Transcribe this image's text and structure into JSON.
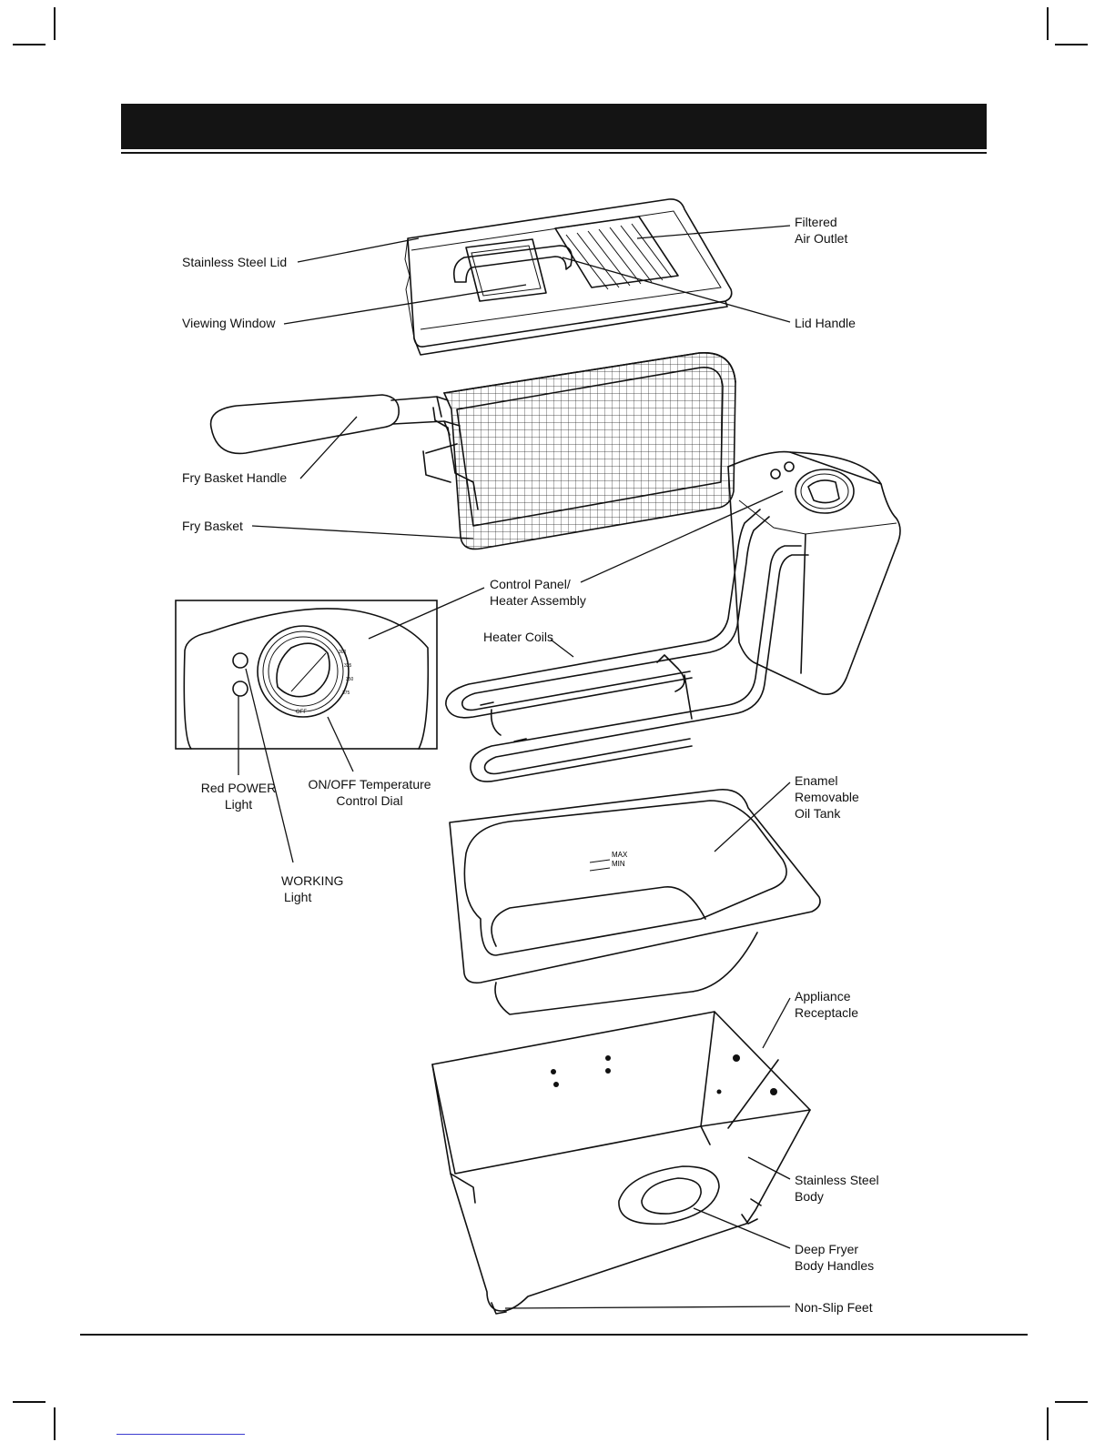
{
  "labels": {
    "stainless_steel_lid": "Stainless Steel Lid",
    "filtered_air_outlet": [
      "Filtered",
      "Air Outlet"
    ],
    "viewing_window": "Viewing Window",
    "lid_handle": "Lid Handle",
    "fry_basket_handle": "Fry Basket Handle",
    "fry_basket": "Fry Basket",
    "control_panel": [
      "Control Panel/",
      "Heater Assembly"
    ],
    "heater_coils": "Heater Coils",
    "red_power_light": [
      "Red POWER",
      "Light"
    ],
    "on_off_dial": [
      "ON/OFF Temperature",
      "Control Dial"
    ],
    "working_light": [
      "WORKING",
      "Light"
    ],
    "enamel_oil_tank": [
      "Enamel",
      "Removable",
      "Oil Tank"
    ],
    "appliance_receptacle": [
      "Appliance",
      "Receptacle"
    ],
    "stainless_steel_body": [
      "Stainless Steel",
      "Body"
    ],
    "deep_fryer_handles": [
      "Deep Fryer",
      "Body Handles"
    ],
    "non_slip_feet": "Non-Slip Feet"
  },
  "tank_marks": {
    "max": "MAX",
    "min": "MIN"
  },
  "dial_marks": {
    "off": "OFF",
    "t1": "300",
    "t2": "325",
    "t3": "350",
    "t4": "375"
  }
}
